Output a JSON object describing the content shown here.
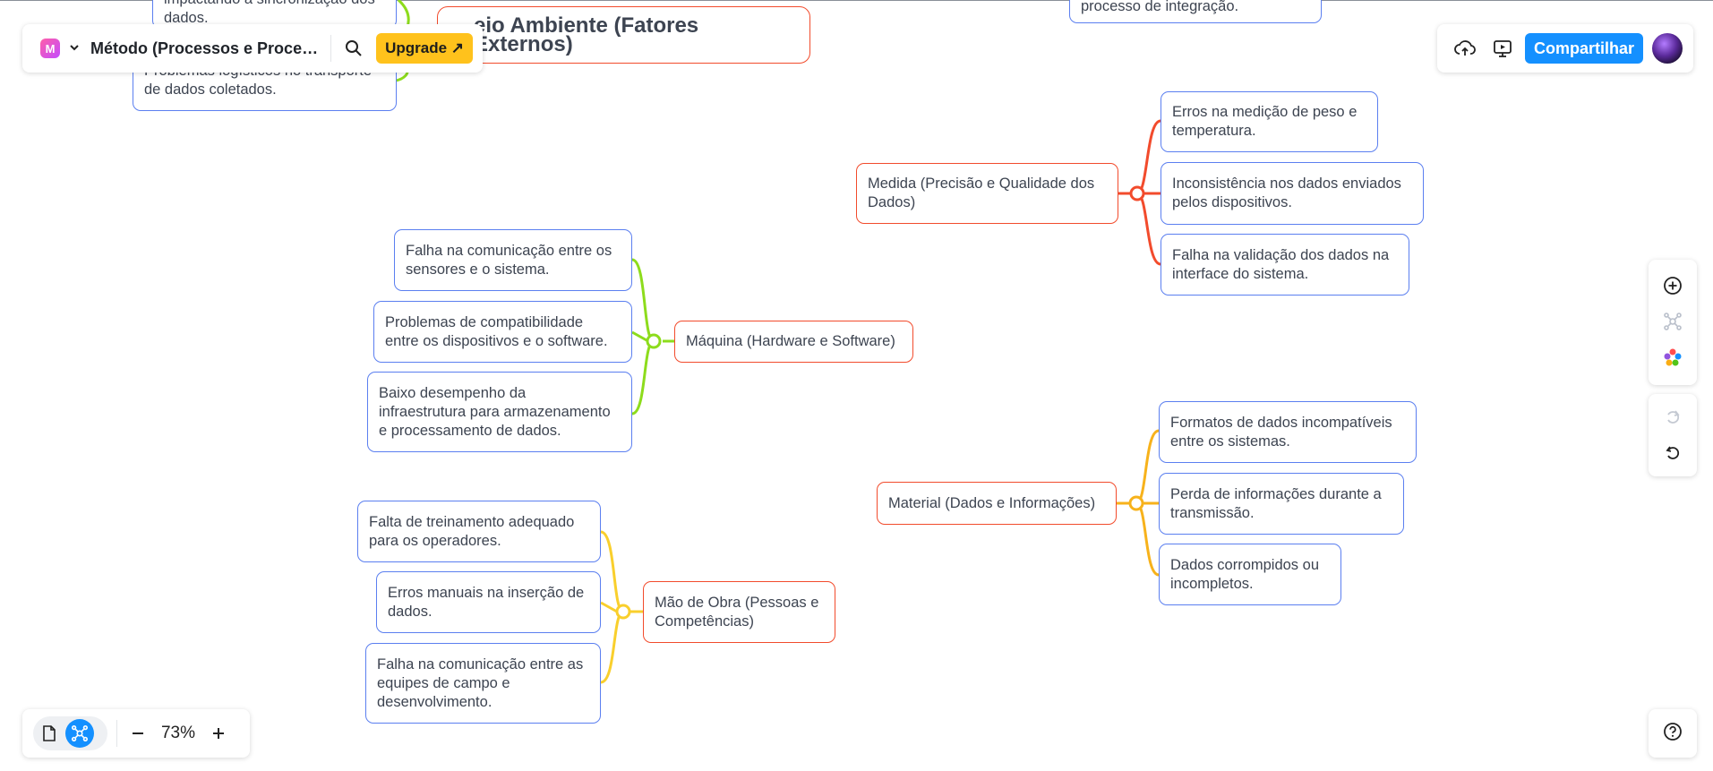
{
  "toolbar": {
    "app_logo_letter": "M",
    "doc_title": "Método (Processos e Proce…",
    "upgrade_label": "Upgrade ↗"
  },
  "share": {
    "button_label": "Compartilhar"
  },
  "zoom": {
    "level": "73%"
  },
  "mindmap": {
    "top_partial_left_1": "impactando a sincronização dos",
    "top_partial_left_2": "dados.",
    "top_partial_left2_1": "Problemas logísticos no transporte",
    "top_partial_left2_2": "de dados coletados.",
    "topic_meio_ambiente": "eio Ambiente (Fatores Externos)",
    "top_partial_right": "processo de integração.",
    "medida": {
      "label_1": "Medida (Precisão e Qualidade dos",
      "label_2": "Dados)",
      "items": [
        [
          "Erros na medição de peso e",
          "temperatura."
        ],
        [
          "Inconsistência nos dados enviados",
          "pelos dispositivos."
        ],
        [
          "Falha na validação dos dados na",
          "interface do sistema."
        ]
      ]
    },
    "maquina": {
      "label": "Máquina (Hardware e Software)",
      "items": [
        [
          "Falha na comunicação entre os",
          "sensores e o sistema."
        ],
        [
          "Problemas de compatibilidade",
          "entre os dispositivos e o software."
        ],
        [
          "Baixo desempenho da",
          "infraestrutura para armazenamento",
          "e processamento de dados."
        ]
      ]
    },
    "material": {
      "label": "Material (Dados e Informações)",
      "items": [
        [
          "Formatos de dados incompatíveis",
          "entre os sistemas."
        ],
        [
          "Perda de informações durante a",
          "transmissão."
        ],
        [
          "Dados corrompidos ou",
          "incompletos."
        ]
      ]
    },
    "mao_de_obra": {
      "label_1": "Mão de Obra (Pessoas e",
      "label_2": "Competências)",
      "items": [
        [
          "Falta de treinamento adequado",
          "para os operadores."
        ],
        [
          "Erros manuais na inserção de",
          "dados."
        ],
        [
          "Falha na comunicação entre as",
          "equipes de campo e",
          "desenvolvimento."
        ]
      ]
    }
  },
  "colors": {
    "medida_branch": "#f24b2c",
    "maquina_branch": "#8ddc1c",
    "material_branch": "#f7b21b",
    "mao_branch": "#f9cf2c",
    "leaf_border": "#5b7ff0",
    "accent": "#1490ff",
    "upgrade": "#ffc21c"
  },
  "icons": {
    "toolbar": [
      "app-logo-icon",
      "chevron-down-icon",
      "search-icon"
    ],
    "share": [
      "cloud-upload-icon",
      "present-icon"
    ],
    "side": [
      "add-circle-icon",
      "mindmap-structure-icon",
      "color-palette-icon",
      "redo-icon",
      "undo-icon"
    ],
    "bottom": [
      "document-view-icon",
      "mindmap-view-icon",
      "zoom-out-icon",
      "zoom-in-icon",
      "help-icon"
    ]
  }
}
